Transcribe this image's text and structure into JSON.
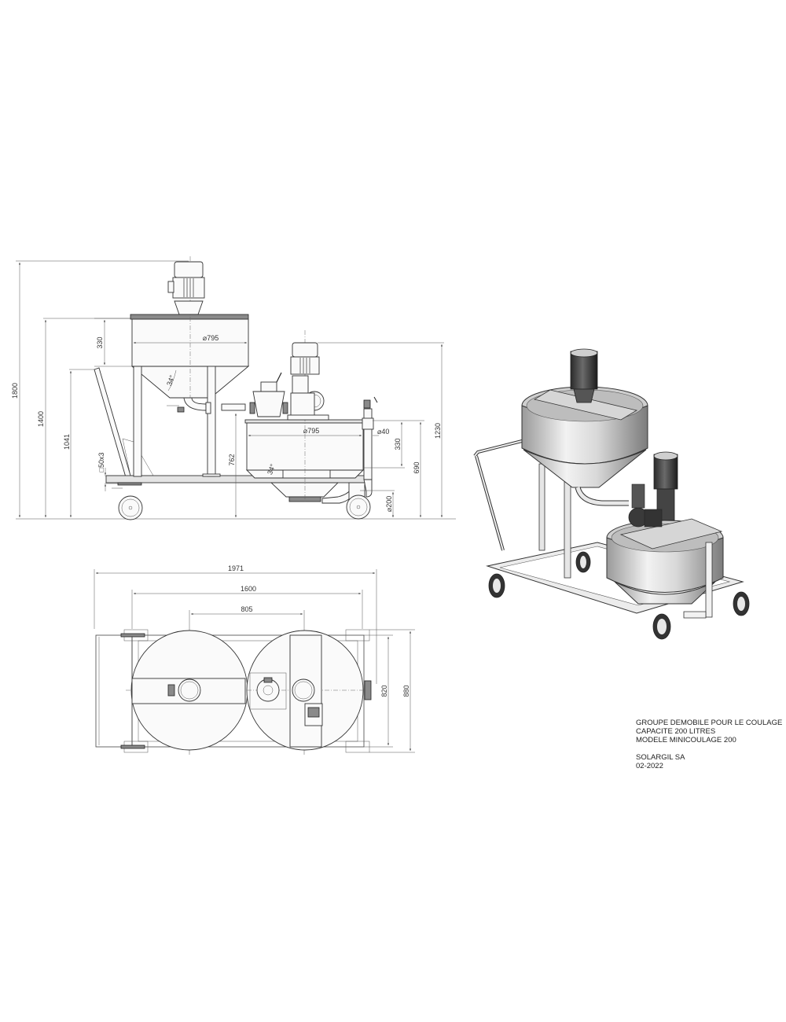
{
  "drawing": {
    "title_block": {
      "line1": "GROUPE DEMOBILE POUR LE COULAGE",
      "line2": "CAPACITE 200 LITRES",
      "line3": "MODELE MINICOULAGE 200",
      "company": "SOLARGIL SA",
      "date": "02-2022"
    },
    "side_view": {
      "dimensions": {
        "total_height": "1800",
        "tank_top_height": "1400",
        "handle_height": "1041",
        "tube_section": "□50x3",
        "tank1_cyl_height": "330",
        "tank1_diameter": "⌀795",
        "tank1_cone_angle": "34°",
        "outlet_height": "762",
        "tank2_diameter": "⌀795",
        "pipe_diameter": "⌀40",
        "tank2_cyl_height": "330",
        "tank2_top_height": "690",
        "motor2_height": "1230",
        "tank2_cone_angle": "34°",
        "wheel_diameter": "⌀200"
      }
    },
    "top_view": {
      "dimensions": {
        "overall_length": "1971",
        "frame_length": "1600",
        "tank_center_distance": "805",
        "frame_width": "820",
        "overall_width": "880"
      }
    },
    "iso_view": {
      "label": "3D isometric view of mobile grouting unit"
    }
  }
}
